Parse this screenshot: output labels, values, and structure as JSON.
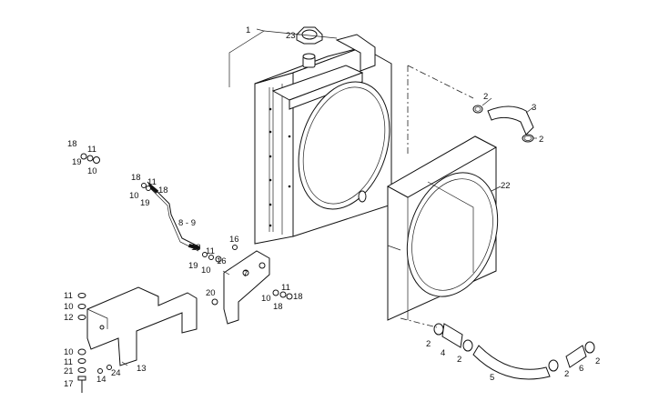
{
  "callouts": [
    {
      "key": "c1",
      "text": "1"
    },
    {
      "key": "c23",
      "text": "23"
    },
    {
      "key": "c2a",
      "text": "2"
    },
    {
      "key": "c3",
      "text": "3"
    },
    {
      "key": "c2b",
      "text": "2"
    },
    {
      "key": "c22",
      "text": "22"
    },
    {
      "key": "c18a",
      "text": "18"
    },
    {
      "key": "c11a",
      "text": "11"
    },
    {
      "key": "c19a",
      "text": "19"
    },
    {
      "key": "c10a",
      "text": "10"
    },
    {
      "key": "c18b",
      "text": "18"
    },
    {
      "key": "c11b",
      "text": "11"
    },
    {
      "key": "c18c",
      "text": "18"
    },
    {
      "key": "c10b",
      "text": "10"
    },
    {
      "key": "c19b",
      "text": "19"
    },
    {
      "key": "c89",
      "text": "8 - 9"
    },
    {
      "key": "c16a",
      "text": "16"
    },
    {
      "key": "c18d",
      "text": "18"
    },
    {
      "key": "c11c",
      "text": "11"
    },
    {
      "key": "c19c",
      "text": "19"
    },
    {
      "key": "c10c",
      "text": "10"
    },
    {
      "key": "c16b",
      "text": "16"
    },
    {
      "key": "c7",
      "text": "7"
    },
    {
      "key": "c11d",
      "text": "11"
    },
    {
      "key": "c10d",
      "text": "10"
    },
    {
      "key": "c18e",
      "text": "18"
    },
    {
      "key": "c18f",
      "text": "18"
    },
    {
      "key": "c20",
      "text": "20"
    },
    {
      "key": "c11e",
      "text": "11"
    },
    {
      "key": "c10e",
      "text": "10"
    },
    {
      "key": "c12",
      "text": "12"
    },
    {
      "key": "c10f",
      "text": "10"
    },
    {
      "key": "c11f",
      "text": "11"
    },
    {
      "key": "c21",
      "text": "21"
    },
    {
      "key": "c17",
      "text": "17"
    },
    {
      "key": "c14",
      "text": "14"
    },
    {
      "key": "c24",
      "text": "24"
    },
    {
      "key": "c13",
      "text": "13"
    },
    {
      "key": "c2c",
      "text": "2"
    },
    {
      "key": "c4",
      "text": "4"
    },
    {
      "key": "c2d",
      "text": "2"
    },
    {
      "key": "c5",
      "text": "5"
    },
    {
      "key": "c2e",
      "text": "2"
    },
    {
      "key": "c6",
      "text": "6"
    },
    {
      "key": "c2f",
      "text": "2"
    }
  ]
}
